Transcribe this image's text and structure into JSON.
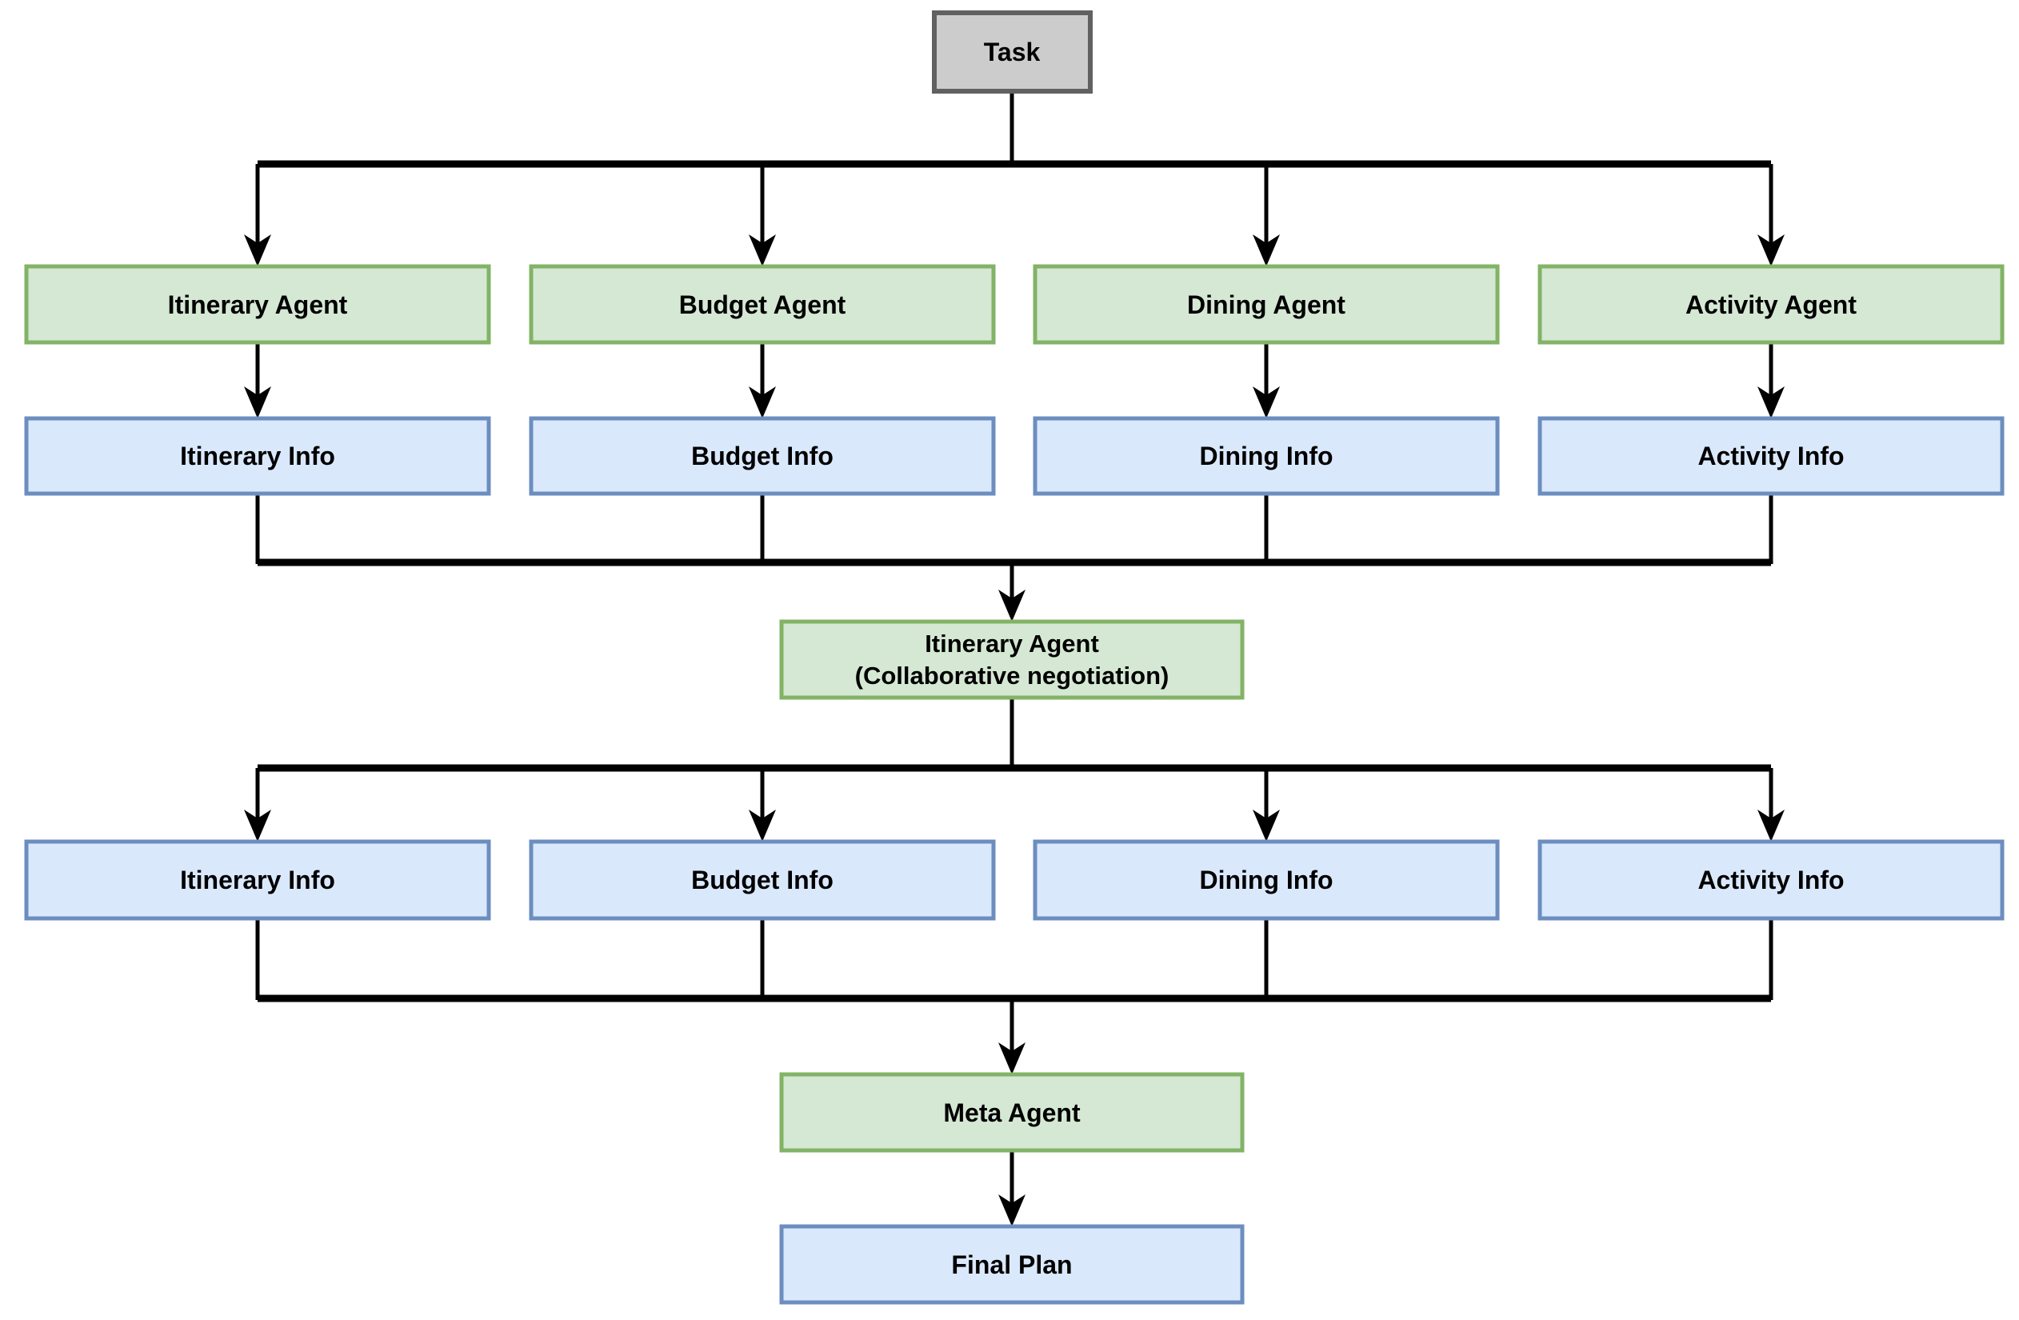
{
  "palette": {
    "agent_fill": "#d5e8d4",
    "agent_border": "#82b366",
    "info_fill": "#dae8fc",
    "info_border": "#6c8ebf",
    "task_fill": "#cccccc",
    "task_border": "#616161",
    "line_color": "#000000",
    "text_color": "#000000"
  },
  "nodes": {
    "task": {
      "label": "Task"
    },
    "agents": [
      {
        "label": "Itinerary Agent"
      },
      {
        "label": "Budget Agent"
      },
      {
        "label": "Dining Agent"
      },
      {
        "label": "Activity Agent"
      }
    ],
    "info_row1": [
      {
        "label": "Itinerary Info"
      },
      {
        "label": "Budget Info"
      },
      {
        "label": "Dining Info"
      },
      {
        "label": "Activity Info"
      }
    ],
    "collab": {
      "line1": "Itinerary Agent",
      "line2": "(Collaborative negotiation)"
    },
    "info_row2": [
      {
        "label": "Itinerary Info"
      },
      {
        "label": "Budget Info"
      },
      {
        "label": "Dining Info"
      },
      {
        "label": "Activity Info"
      }
    ],
    "meta": {
      "label": "Meta Agent"
    },
    "final": {
      "label": "Final Plan"
    }
  }
}
